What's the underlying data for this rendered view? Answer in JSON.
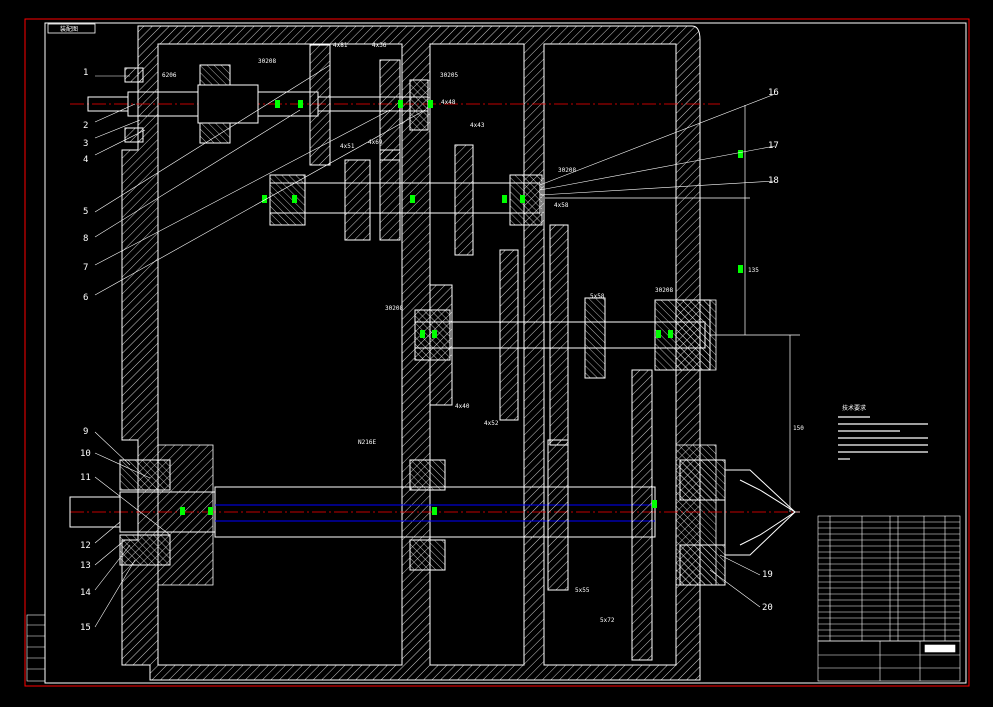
{
  "drawing": {
    "title_stamp": "装配图",
    "bearings": {
      "input_left": "6206",
      "input_mid": "30208",
      "input_right": "30205",
      "shaft2_right": "30208",
      "shaft3_left": "30208",
      "shaft3_right": "30208",
      "output_mid": "N216E"
    },
    "gear_labels": [
      "4x81",
      "4x36",
      "4x48",
      "4x43",
      "4x51",
      "4x69",
      "4x40",
      "4x52",
      "4x58",
      "5x58",
      "5x55",
      "5x72"
    ],
    "callouts": [
      "1",
      "2",
      "3",
      "4",
      "5",
      "6",
      "7",
      "8",
      "9",
      "10",
      "11",
      "12",
      "13",
      "14",
      "15",
      "16",
      "17",
      "18",
      "19",
      "20"
    ],
    "dims": [
      "135",
      "150"
    ],
    "tech_req_title": "技术要求",
    "colors": {
      "background": "#000000",
      "line": "#ffffff",
      "border": "#ff0000",
      "centerline": "#ff0000",
      "dimension": "#00ff00",
      "hidden": "#0000ff"
    }
  }
}
